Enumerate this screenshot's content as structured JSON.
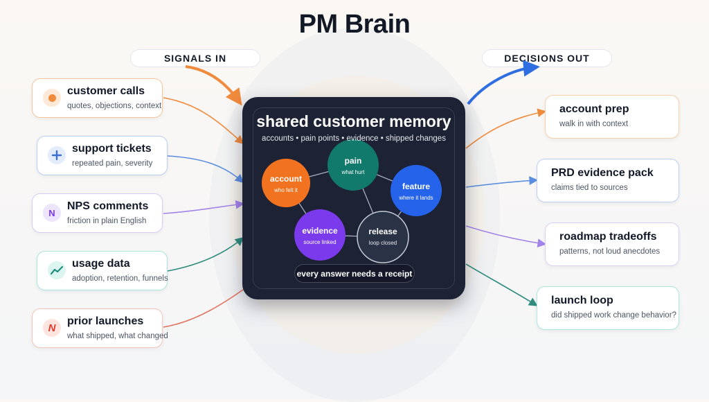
{
  "title": "PM Brain",
  "signals_label": "SIGNALS IN",
  "decisions_label": "DECISIONS OUT",
  "inputs": [
    {
      "title": "customer calls",
      "subtitle": "quotes, objections, context",
      "icon": "recording-dot-icon",
      "color": "#f08a3c"
    },
    {
      "title": "support tickets",
      "subtitle": "repeated pain, severity",
      "icon": "plus-icon",
      "color": "#5b8ee0"
    },
    {
      "title": "NPS comments",
      "subtitle": "friction in plain English",
      "icon": "N",
      "color": "#9b7ce6"
    },
    {
      "title": "usage data",
      "subtitle": "adoption, retention, funnels",
      "icon": "trend-line-icon",
      "color": "#46c4b4"
    },
    {
      "title": "prior launches",
      "subtitle": "what shipped, what changed",
      "icon": "N",
      "color": "#ef7b6a"
    }
  ],
  "outputs": [
    {
      "title": "account prep",
      "subtitle": "walk in with context",
      "color": "#f3b47c"
    },
    {
      "title": "PRD evidence pack",
      "subtitle": "claims tied to sources",
      "color": "#8fb0ea"
    },
    {
      "title": "roadmap tradeoffs",
      "subtitle": "patterns, not loud anecdotes",
      "color": "#c3afee"
    },
    {
      "title": "launch loop",
      "subtitle": "did shipped work change behavior?",
      "color": "#88dccf"
    }
  ],
  "hub": {
    "title": "shared customer memory",
    "subtitle": "accounts • pain points • evidence • shipped changes",
    "nodes": [
      {
        "label": "account",
        "sub": "who felt it",
        "color": "#f2731f"
      },
      {
        "label": "pain",
        "sub": "what hurt",
        "color": "#117a6c"
      },
      {
        "label": "feature",
        "sub": "where it lands",
        "color": "#2563eb"
      },
      {
        "label": "evidence",
        "sub": "source linked",
        "color": "#7c3aed"
      },
      {
        "label": "release",
        "sub": "loop closed",
        "color": "#2a3246"
      }
    ],
    "footer": "every answer needs a receipt"
  }
}
